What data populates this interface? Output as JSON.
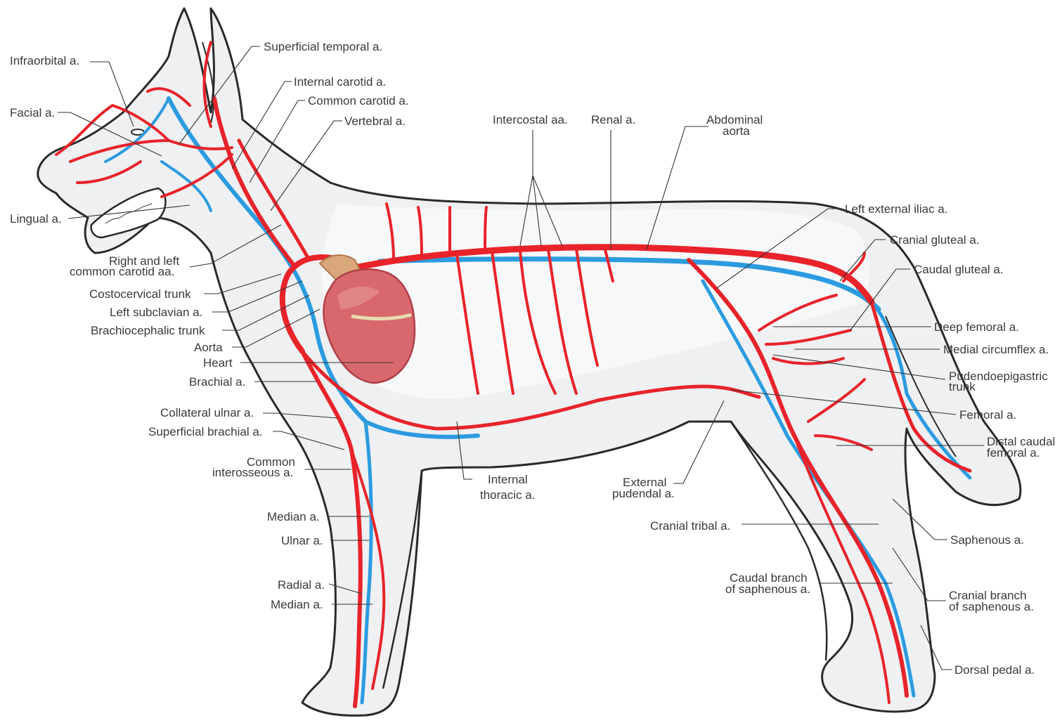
{
  "colors": {
    "artery": "#e8232a",
    "vein": "#2b9be0",
    "outline": "#2a2a2a",
    "heart": "#d9686e",
    "vessel_base": "#d9a77a"
  },
  "labels": {
    "infraorbital": "Infraorbital a.",
    "facial": "Facial a.",
    "lingual": "Lingual a.",
    "superficial_temporal": "Superficial temporal a.",
    "internal_carotid": "Internal carotid a.",
    "common_carotid": "Common carotid a.",
    "vertebral": "Vertebral a.",
    "intercostal": "Intercostal aa.",
    "renal": "Renal a.",
    "abdominal_aorta_1": "Abdominal",
    "abdominal_aorta_2": "aorta",
    "left_external_iliac": "Left external iliac a.",
    "cranial_gluteal": "Cranial gluteal a.",
    "caudal_gluteal": "Caudal gluteal a.",
    "deep_femoral": "Deep femoral a.",
    "medial_circumflex": "Medial circumflex a.",
    "pudendoepigastric_1": "Pudendoepigastric",
    "pudendoepigastric_2": "trunk",
    "femoral": "Femoral a.",
    "distal_caudal_femoral_1": "Distal caudal",
    "distal_caudal_femoral_2": "femoral a.",
    "saphenous": "Saphenous a.",
    "cranial_branch_saph_1": "Cranial branch",
    "cranial_branch_saph_2": "of saphenous a.",
    "dorsal_pedal": "Dorsal pedal a.",
    "caudal_branch_saph_1": "Caudal branch",
    "caudal_branch_saph_2": "of saphenous a.",
    "cranial_tibial": "Cranial tribal a.",
    "external_pudendal_1": "External",
    "external_pudendal_2": "pudendal a.",
    "internal_thoracic_1": "Internal",
    "internal_thoracic_2": "thoracic a.",
    "right_left_common_carotid_1": "Right and left",
    "right_left_common_carotid_2": "common carotid aa.",
    "costocervical": "Costocervical trunk",
    "left_subclavian": "Left subclavian a.",
    "brachiocephalic": "Brachiocephalic trunk",
    "aorta": "Aorta",
    "heart": "Heart",
    "brachial": "Brachial a.",
    "collateral_ulnar": "Collateral ulnar a.",
    "superficial_brachial": "Superficial brachial a.",
    "common_interosseous_1": "Common",
    "common_interosseous_2": "interosseous a.",
    "median_1": "Median a.",
    "ulnar": "Ulnar a.",
    "radial": "Radial a.",
    "median_2": "Median a."
  }
}
